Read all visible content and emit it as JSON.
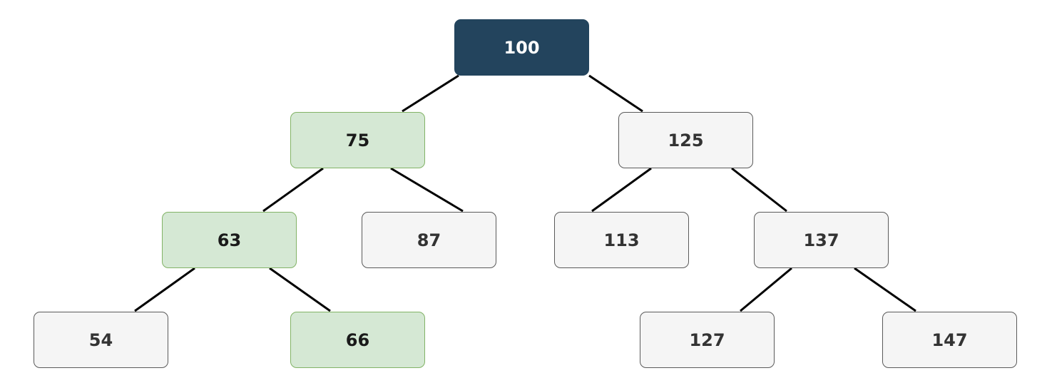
{
  "tree": {
    "nodes": [
      {
        "id": "n100",
        "label": "100",
        "role": "root",
        "parent": null
      },
      {
        "id": "n75",
        "label": "75",
        "role": "path",
        "parent": "n100"
      },
      {
        "id": "n125",
        "label": "125",
        "role": "normal",
        "parent": "n100"
      },
      {
        "id": "n63",
        "label": "63",
        "role": "path",
        "parent": "n75"
      },
      {
        "id": "n87",
        "label": "87",
        "role": "normal",
        "parent": "n75"
      },
      {
        "id": "n113",
        "label": "113",
        "role": "normal",
        "parent": "n125"
      },
      {
        "id": "n137",
        "label": "137",
        "role": "normal",
        "parent": "n125"
      },
      {
        "id": "n54",
        "label": "54",
        "role": "normal",
        "parent": "n63"
      },
      {
        "id": "n66",
        "label": "66",
        "role": "path",
        "parent": "n63"
      },
      {
        "id": "n127",
        "label": "127",
        "role": "normal",
        "parent": "n137"
      },
      {
        "id": "n147",
        "label": "147",
        "role": "normal",
        "parent": "n137"
      }
    ]
  },
  "colors": {
    "root_fill": "#23445d",
    "path_fill": "#d5e8d4",
    "path_border": "#82b366",
    "node_fill": "#f5f5f5",
    "node_border": "#5a5a5a",
    "edge": "#000000"
  }
}
